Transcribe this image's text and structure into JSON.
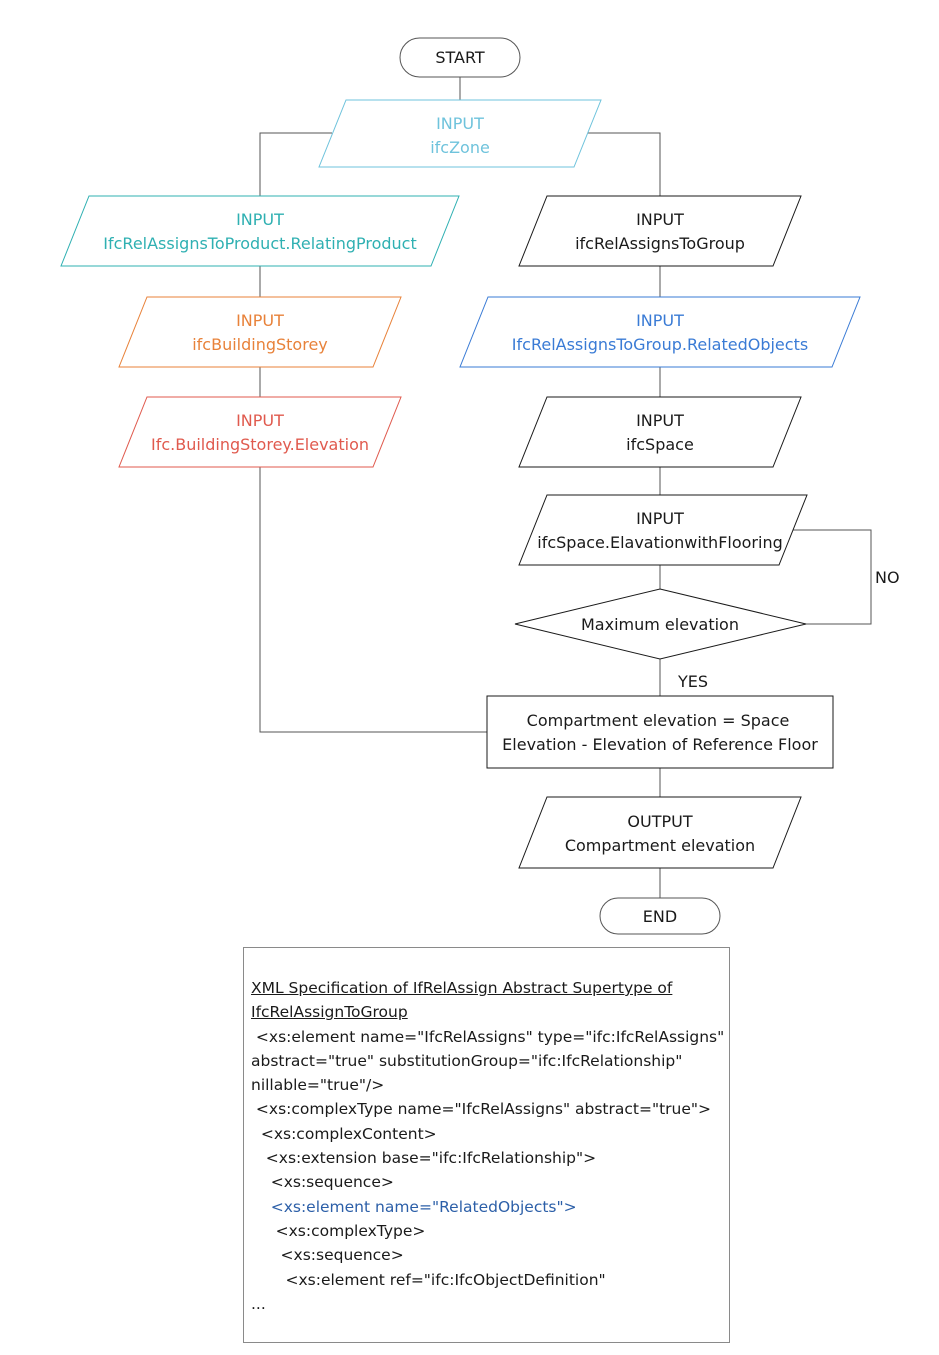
{
  "flowchart": {
    "start": "START",
    "end": "END",
    "nodes": [
      {
        "id": "zone",
        "lines": [
          "INPUT",
          "ifcZone"
        ],
        "color": "#6fc3dc"
      },
      {
        "id": "relProduct",
        "lines": [
          "INPUT",
          "IfcRelAssignsToProduct.RelatingProduct"
        ],
        "color": "#2fb0b2"
      },
      {
        "id": "storey",
        "lines": [
          "INPUT",
          "ifcBuildingStorey"
        ],
        "color": "#e8823a"
      },
      {
        "id": "storeyElev",
        "lines": [
          "INPUT",
          "Ifc.BuildingStorey.Elevation"
        ],
        "color": "#e05a4e"
      },
      {
        "id": "relGroup",
        "lines": [
          "INPUT",
          "ifcRelAssignsToGroup"
        ],
        "color": "#1a1a1a"
      },
      {
        "id": "relObjects",
        "lines": [
          "INPUT",
          "IfcRelAssignsToGroup.RelatedObjects"
        ],
        "color": "#3a7bd5"
      },
      {
        "id": "space",
        "lines": [
          "INPUT",
          "ifcSpace"
        ],
        "color": "#1a1a1a"
      },
      {
        "id": "spaceElev",
        "lines": [
          "INPUT",
          "ifcSpace.ElavationwithFlooring"
        ],
        "color": "#1a1a1a"
      },
      {
        "id": "decision",
        "lines": [
          "Maximum elevation"
        ],
        "color": "#1a1a1a"
      },
      {
        "id": "process",
        "lines": [
          "Compartment elevation = Space",
          "Elevation - Elevation of Reference Floor"
        ],
        "color": "#1a1a1a"
      },
      {
        "id": "output",
        "lines": [
          "OUTPUT",
          "Compartment elevation"
        ],
        "color": "#1a1a1a"
      }
    ],
    "labels": {
      "no": "NO",
      "yes": "YES"
    }
  },
  "xml_spec": {
    "title_lines": [
      "XML Specification of IfRelAssign Abstract Supertype of",
      "IfcRelAssignToGroup"
    ],
    "code_lines": [
      {
        "text": " <xs:element name=\"IfcRelAssigns\" type=\"ifc:IfcRelAssigns\"",
        "color": "#1a1a1a"
      },
      {
        "text": "abstract=\"true\" substitutionGroup=\"ifc:IfcRelationship\"",
        "color": "#1a1a1a"
      },
      {
        "text": "nillable=\"true\"/>",
        "color": "#1a1a1a"
      },
      {
        "text": " <xs:complexType name=\"IfcRelAssigns\" abstract=\"true\">",
        "color": "#1a1a1a"
      },
      {
        "text": "  <xs:complexContent>",
        "color": "#1a1a1a"
      },
      {
        "text": "   <xs:extension base=\"ifc:IfcRelationship\">",
        "color": "#1a1a1a"
      },
      {
        "text": "    <xs:sequence>",
        "color": "#1a1a1a"
      },
      {
        "text": "    <xs:element name=\"RelatedObjects\">",
        "color": "#2c5fa8"
      },
      {
        "text": "     <xs:complexType>",
        "color": "#1a1a1a"
      },
      {
        "text": "      <xs:sequence>",
        "color": "#1a1a1a"
      },
      {
        "text": "       <xs:element ref=\"ifc:IfcObjectDefinition\"",
        "color": "#1a1a1a"
      },
      {
        "text": "...",
        "color": "#1a1a1a"
      }
    ]
  }
}
